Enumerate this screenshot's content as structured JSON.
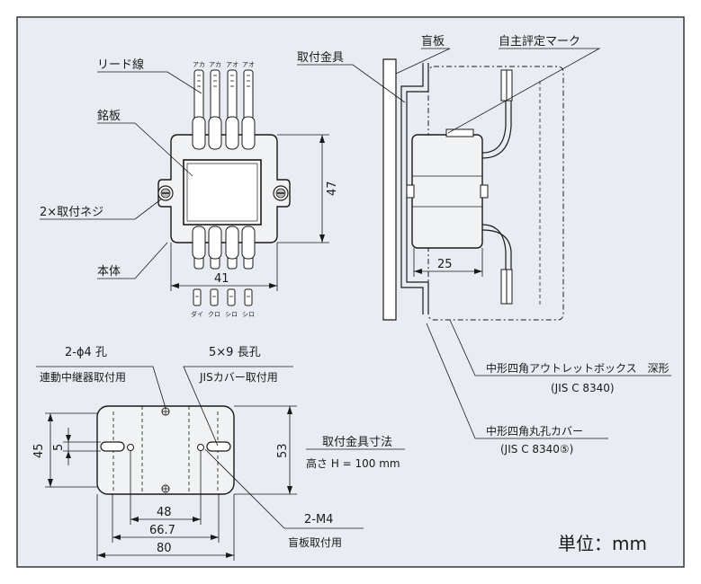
{
  "labels": {
    "lead_wire": "リード線",
    "nameplate": "銘板",
    "mount_screw": "2×取付ネジ",
    "main_body": "本体",
    "blank_plate": "盲板",
    "mount_bracket": "取付金具",
    "self_cert_mark": "自主評定マーク",
    "outlet_box": "中形四角アウトレットボックス　深形",
    "outlet_box_std": "(JIS C 8340)",
    "round_cover": "中形四角丸孔カバー",
    "round_cover_std": "(JIS C 8340⑤)",
    "hole_2phi4": "2-ϕ4 孔",
    "hole_2phi4_use": "連動中継器取付用",
    "slot_5x9": "5×9 長孔",
    "slot_5x9_use": "JISカバー取付用",
    "bracket_dims_title": "取付金具寸法",
    "bracket_height": "高さ H = 100 mm",
    "m4": "2-M4",
    "m4_use": "盲板取付用",
    "unit": "単位：mm"
  },
  "wire_colors_top": [
    "アカ",
    "アカ",
    "アオ",
    "アオ"
  ],
  "wire_colors_bottom": [
    "ダイ",
    "クロ",
    "シロ",
    "シロ"
  ],
  "dimensions": {
    "body_height": "47",
    "body_width": "41",
    "side_depth": "25",
    "bracket_45": "45",
    "bracket_5": "5",
    "bracket_53": "53",
    "bracket_48": "48",
    "bracket_667": "66.7",
    "bracket_80": "80"
  }
}
